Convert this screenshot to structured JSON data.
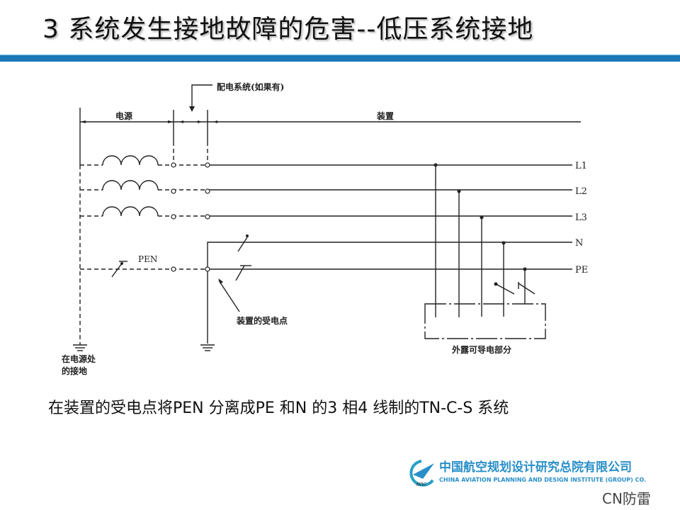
{
  "slide": {
    "title": "3 系统发生接地故障的危害--低压系统接地",
    "accent_color": "#1a78b8",
    "caption": "在装置的受电点将PEN 分离成PE 和N 的3 相4 线制的TN-C-S 系统"
  },
  "diagram": {
    "label_distribution": "配电系统(如果有)",
    "label_source": "电源",
    "label_installation": "装置",
    "label_pen": "PEN",
    "label_origin": "装置的受电点",
    "label_source_earth_1": "在电源处",
    "label_source_earth_2": "的接地",
    "label_exposed_parts": "外露可导电部分",
    "conductors": [
      "L1",
      "L2",
      "L3",
      "N",
      "PE"
    ]
  },
  "footer": {
    "company_name": "中国航空规划设计研究总院有限公司",
    "company_name_en": "CHINA AVIATION PLANNING AND DESIGN INSTITUTE (GROUP) CO.",
    "logo_text": "AVIC",
    "watermark": "CN防雷"
  }
}
